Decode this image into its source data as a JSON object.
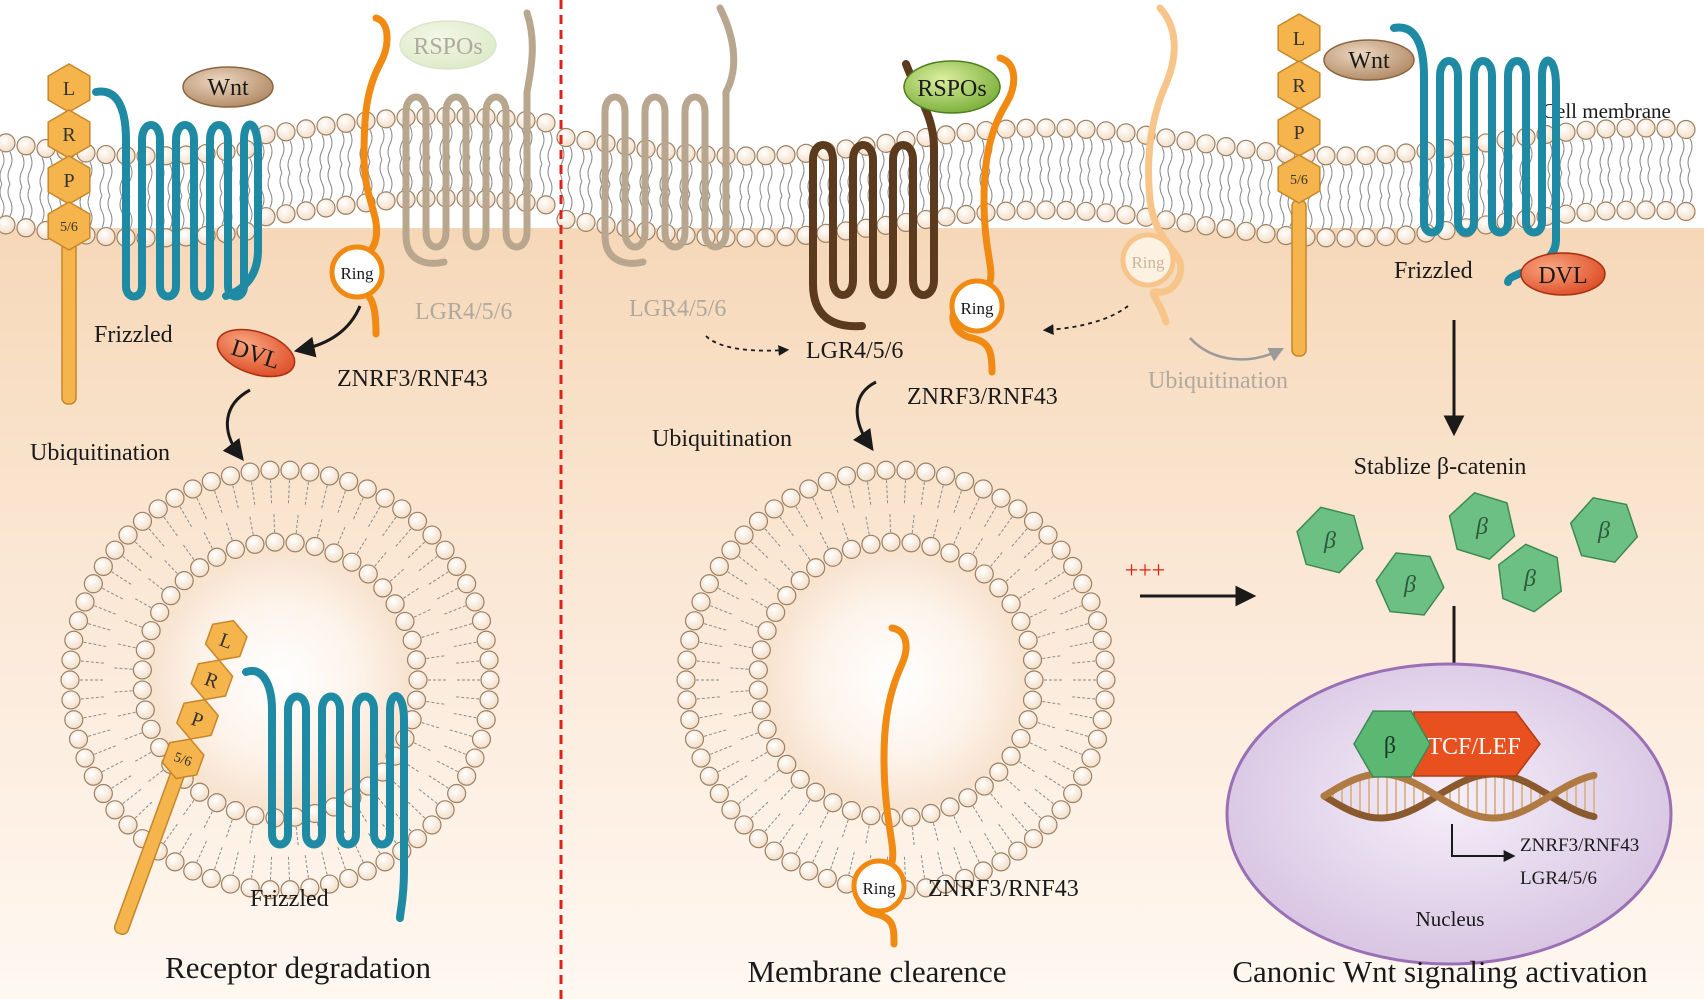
{
  "panels": {
    "left": {
      "title": "Receptor degradation",
      "labels": {
        "wnt": "Wnt",
        "rspos": "RSPOs",
        "frizzled": "Frizzled",
        "dvl": "DVL",
        "ring": "Ring",
        "lgr": "LGR4/5/6",
        "znrf3": "ZNRF3/RNF43",
        "ubiquitination": "Ubiquitination",
        "frizzled_vesicle": "Frizzled",
        "lrp": [
          "L",
          "R",
          "P",
          "5/6"
        ]
      }
    },
    "middle": {
      "title": "Membrane clearence",
      "labels": {
        "lgr_faded": "LGR4/5/6",
        "rspos": "RSPOs",
        "lgr": "LGR4/5/6",
        "ring": "Ring",
        "znrf3": "ZNRF3/RNF43",
        "ubiquitination": "Ubiquitination",
        "ring_faded": "Ring",
        "ubiquitination_faded": "Ubiquitination",
        "ring_vesicle": "Ring",
        "znrf3_vesicle": "ZNRF3/RNF43",
        "plus": "+++"
      }
    },
    "right": {
      "title": "Canonic Wnt signaling activation",
      "labels": {
        "wnt": "Wnt",
        "cell_membrane": "Cell membrane",
        "frizzled": "Frizzled",
        "dvl": "DVL",
        "stabilize": "Stablize β-catenin",
        "beta": "β",
        "tcf": "TCF/LEF",
        "target1": "ZNRF3/RNF43",
        "target2": "LGR4/5/6",
        "nucleus": "Nucleus",
        "lrp": [
          "L",
          "R",
          "P",
          "5/6"
        ]
      }
    }
  },
  "colors": {
    "frizzled": "#1e8aa3",
    "znrf3": "#f08a12",
    "lgr_active": "#5b3a1e",
    "lgr_faded": "#b9a68f",
    "lrp": "#f6b44c",
    "dvl": "#e2562c",
    "wnt": "#b58b63",
    "rspos": "#8dc63f",
    "beta": "#4fae6a",
    "tcf": "#e8501f",
    "nucleus": "#d9c8e2",
    "cytoplasm": "#fbe6d1",
    "divider": "#e0211b"
  }
}
